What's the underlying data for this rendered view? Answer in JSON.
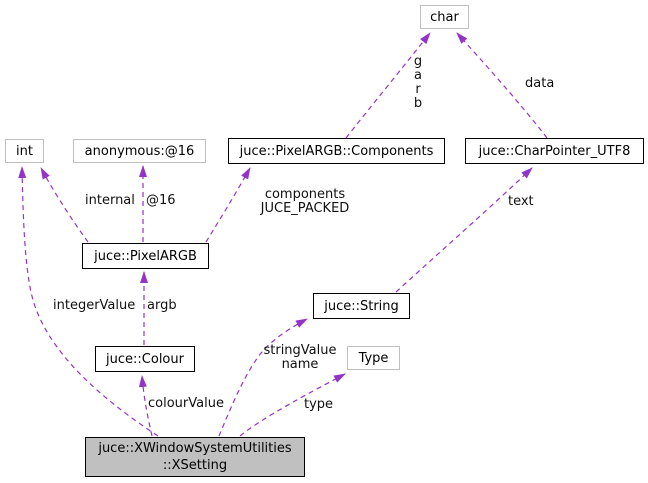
{
  "diagram": {
    "kind": "collaboration-graph",
    "nodes": {
      "char": "char",
      "int": "int",
      "anonymous": "anonymous:@16",
      "components": "juce::PixelARGB::Components",
      "charpointer": "juce::CharPointer_UTF8",
      "pixelargb": "juce::PixelARGB",
      "string": "juce::String",
      "colour": "juce::Colour",
      "type": "Type",
      "xsetting_line1": "juce::XWindowSystemUtilities",
      "xsetting_line2": "::XSetting"
    },
    "edge_labels": {
      "garb": [
        "g",
        "a",
        "r",
        "b"
      ],
      "data": "data",
      "internal": "internal",
      "at16": "@16",
      "components_1": "components",
      "components_2": "JUCE_PACKED",
      "text": "text",
      "integer_value": "integerValue",
      "argb": "argb",
      "string_value_1": "stringValue",
      "string_value_2": "name",
      "colour_value": "colourValue",
      "type": "type"
    },
    "colors": {
      "edge": "#9334c9",
      "documented_node_border": "#000000",
      "plain_node_border": "#bfbfbf",
      "highlight_node_fill": "#c0c0c0",
      "background": "#ffffff"
    }
  }
}
